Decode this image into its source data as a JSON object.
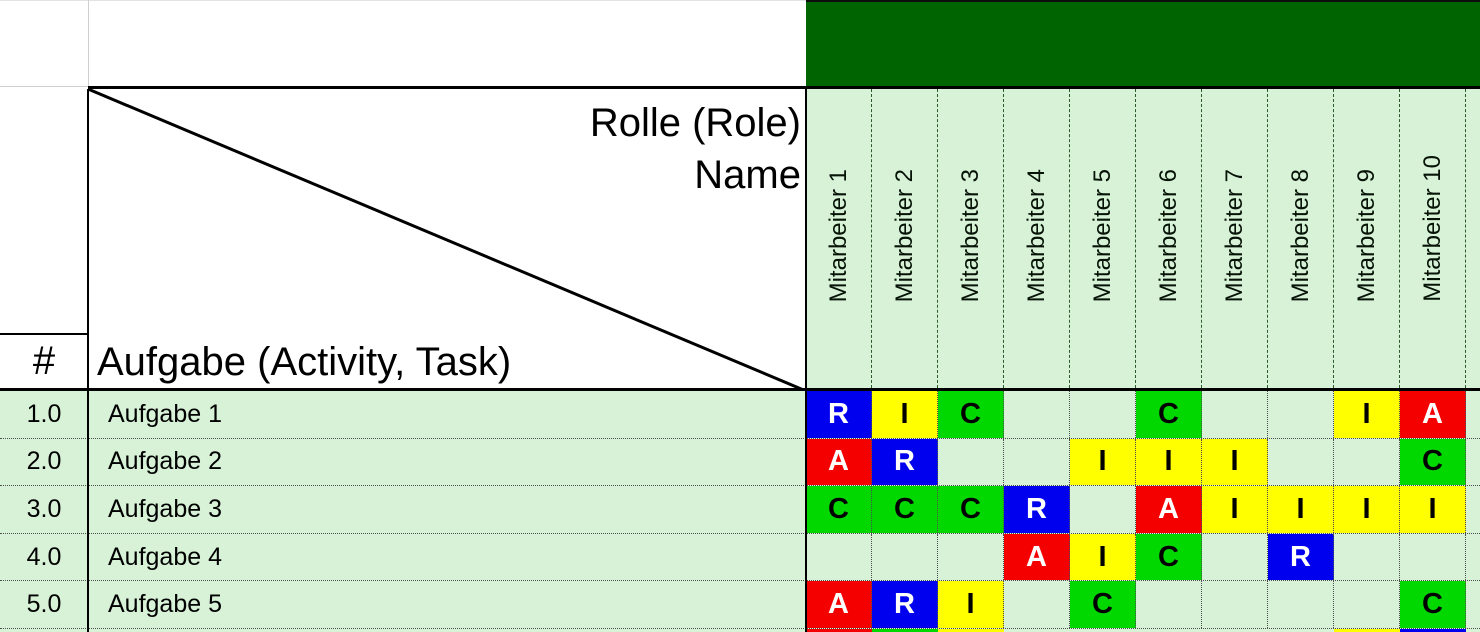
{
  "theme": {
    "banner_green": "#006400",
    "light_green": "#d7f2d7",
    "header_dash_color": "#2d5a2d",
    "grid_dot_color": "#4d4d4d"
  },
  "corner": {
    "role_label": "Rolle (Role)",
    "name_label": "Name",
    "number_header": "#",
    "task_header": "Aufgabe (Activity, Task)"
  },
  "columns": [
    "Mitarbeiter 1",
    "Mitarbeiter 2",
    "Mitarbeiter 3",
    "Mitarbeiter 4",
    "Mitarbeiter 5",
    "Mitarbeiter 6",
    "Mitarbeiter 7",
    "Mitarbeiter 8",
    "Mitarbeiter 9",
    "Mitarbeiter 10"
  ],
  "raci_styles": {
    "R": {
      "bg": "#0000ee",
      "fg": "#ffffff"
    },
    "A": {
      "bg": "#f50000",
      "fg": "#ffffff"
    },
    "C": {
      "bg": "#00d800",
      "fg": "#000000"
    },
    "I": {
      "bg": "#ffff00",
      "fg": "#000000"
    }
  },
  "rows": [
    {
      "num": "1.0",
      "task": "Aufgabe 1",
      "cells": [
        "R",
        "I",
        "C",
        "",
        "",
        "C",
        "",
        "",
        "I",
        "A"
      ]
    },
    {
      "num": "2.0",
      "task": "Aufgabe 2",
      "cells": [
        "A",
        "R",
        "",
        "",
        "I",
        "I",
        "I",
        "",
        "",
        "C"
      ]
    },
    {
      "num": "3.0",
      "task": "Aufgabe 3",
      "cells": [
        "C",
        "C",
        "C",
        "R",
        "",
        "A",
        "I",
        "I",
        "I",
        "I"
      ]
    },
    {
      "num": "4.0",
      "task": "Aufgabe 4",
      "cells": [
        "",
        "",
        "",
        "A",
        "I",
        "C",
        "",
        "R",
        "",
        ""
      ]
    },
    {
      "num": "5.0",
      "task": "Aufgabe 5",
      "cells": [
        "A",
        "R",
        "I",
        "",
        "C",
        "",
        "",
        "",
        "",
        "C"
      ]
    }
  ],
  "partial_next_row_colors": [
    "#f50000",
    "#00d800",
    "#ffff00",
    "",
    "",
    "",
    "",
    "",
    "#ffff00",
    "#0000ee"
  ]
}
